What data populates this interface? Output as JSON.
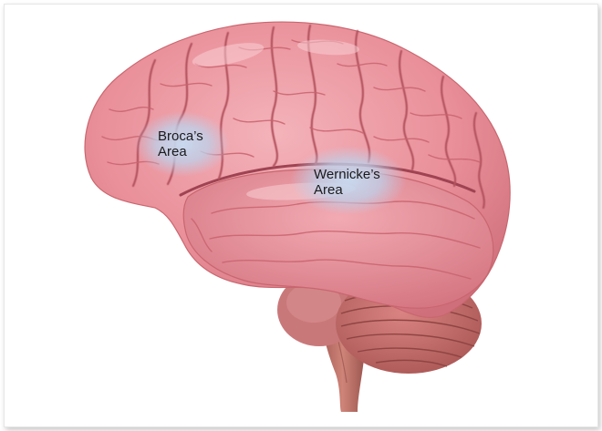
{
  "labels": {
    "broca": {
      "line1": "Broca’s",
      "line2": "Area"
    },
    "wernicke": {
      "line1": "Wernicke’s",
      "line2": "Area"
    }
  },
  "colors": {
    "cortex": "#e98f99",
    "cortex_dark": "#c4606c",
    "cortex_light": "#f6b9bf",
    "cerebellum": "#c76f6d",
    "brainstem": "#b86a60",
    "highlight": "#bcd2ec"
  },
  "icons": [
    "brain-illustration"
  ]
}
